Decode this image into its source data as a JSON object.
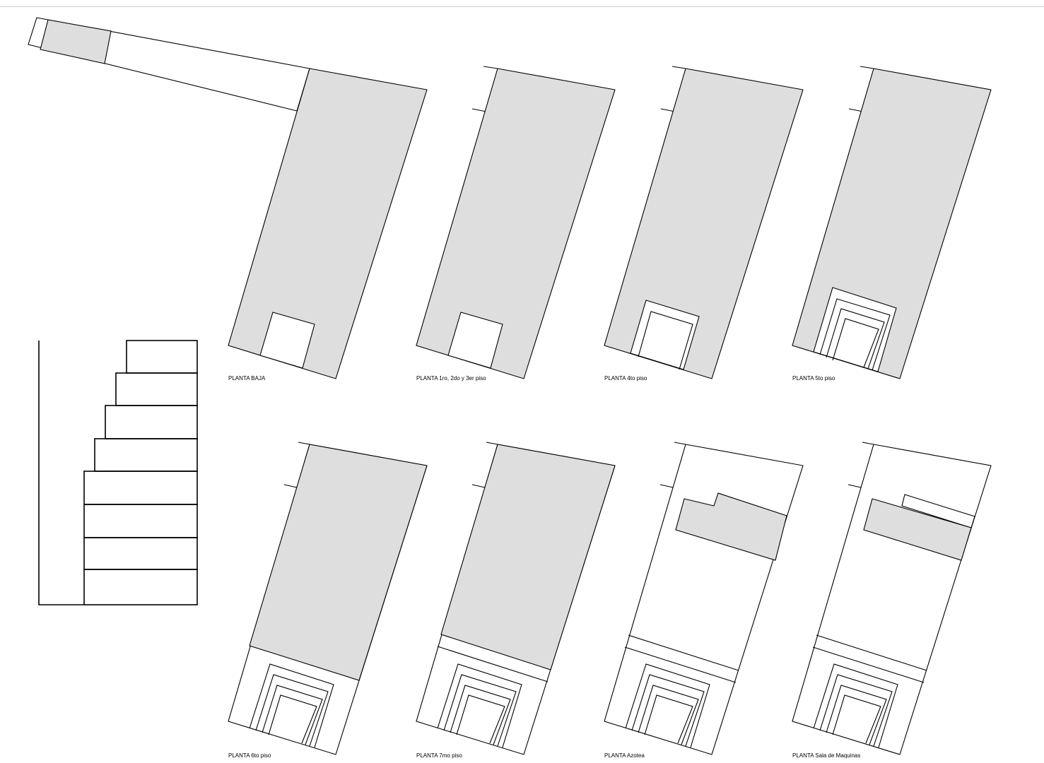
{
  "sheet": {
    "plans": [
      {
        "label": "PLANTA BAJA"
      },
      {
        "label": "PLANTA 1ro, 2do y 3er piso"
      },
      {
        "label": "PLANTA 4to piso"
      },
      {
        "label": "PLANTA 5to piso"
      },
      {
        "label": "PLANTA 6to piso"
      },
      {
        "label": "PLANTA 7mo piso"
      },
      {
        "label": "PLANTA Azotea"
      },
      {
        "label": "PLANTA Sala de Maquinas"
      }
    ]
  },
  "colors": {
    "fill": "#dedede",
    "line": "#000000",
    "background": "#ffffff"
  }
}
